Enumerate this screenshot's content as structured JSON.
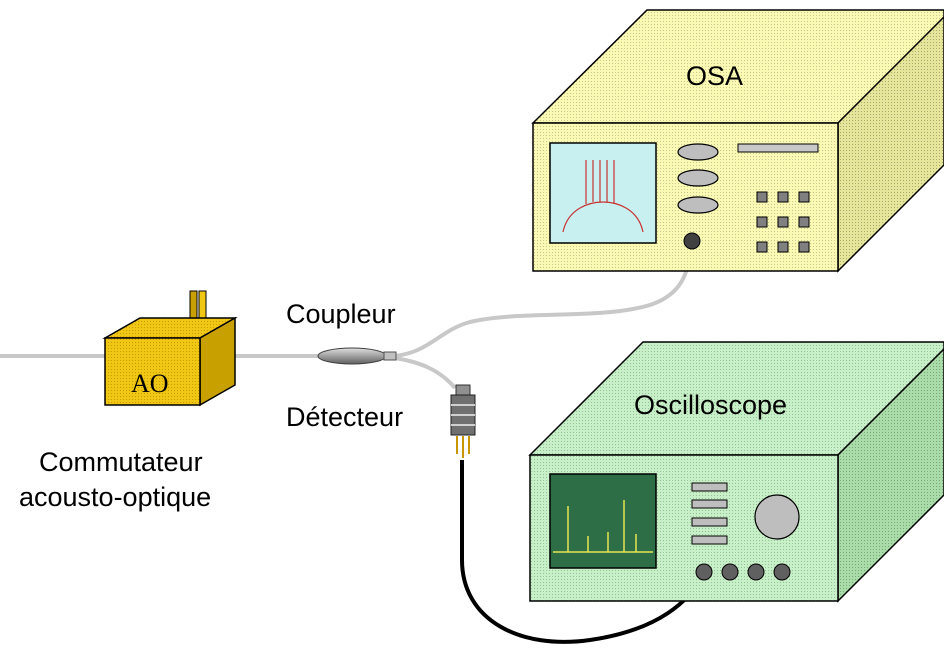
{
  "labels": {
    "osa": "OSA",
    "oscilloscope": "Oscilloscope",
    "coupler": "Coupleur",
    "detector": "Détecteur",
    "switch_line1": "Commutateur",
    "switch_line2": "acousto-optique",
    "ao": "AO"
  },
  "colors": {
    "osa_body": "#fafab4",
    "osa_screen": "#c8f0f0",
    "osa_spectrum": "#c83232",
    "scope_body": "#c8f0c8",
    "scope_screen": "#2d6e46",
    "scope_trace": "#e6e650",
    "ao_box": "#f0c814",
    "fiber": "#c8c8c8",
    "cable": "#000000"
  }
}
